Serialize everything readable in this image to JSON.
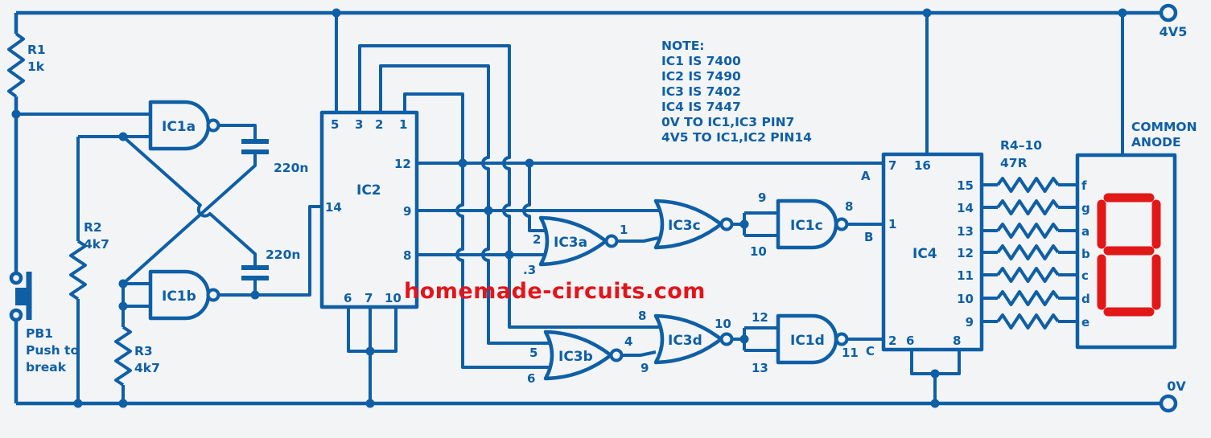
{
  "colors": {
    "ink": "#0e5fa6",
    "paper": "#f2f4f5",
    "segment_red": "#e21818",
    "watermark_red": "#e3151b"
  },
  "power": {
    "positive": "4V5",
    "negative": "0V"
  },
  "watermark": "homemade-circuits.com",
  "note": {
    "heading": "NOTE:",
    "lines": [
      "IC1 IS 7400",
      "IC2 IS 7490",
      "IC3 IS 7402",
      "IC4 IS 7447",
      "0V TO IC1,IC3 PIN7",
      "4V5 TO IC1,IC2 PIN14"
    ]
  },
  "bus": {
    "a": "A",
    "b": "B",
    "c": "C"
  },
  "parts": {
    "r1": {
      "ref": "R1",
      "value": "1k"
    },
    "r2": {
      "ref": "R2",
      "value": "4k7"
    },
    "r3": {
      "ref": "R3",
      "value": "4k7"
    },
    "rnet": {
      "ref": "R4–10",
      "value": "47R"
    },
    "c1": {
      "value": "220n"
    },
    "c2": {
      "value": "220n"
    },
    "pb1": {
      "ref": "PB1",
      "line1": "Push to",
      "line2": "break"
    },
    "ic1a": {
      "label": "IC1a"
    },
    "ic1b": {
      "label": "IC1b"
    },
    "ic1c": {
      "label": "IC1c",
      "in1": "9",
      "in2": "10",
      "out": "8"
    },
    "ic1d": {
      "label": "IC1d",
      "in1": "12",
      "in2": "13",
      "out": "11"
    },
    "ic2": {
      "label": "IC2",
      "pins_top": [
        "5",
        "3",
        "2",
        "1"
      ],
      "pin_left": "14",
      "pins_right": [
        "12",
        "9",
        "8"
      ],
      "pins_bottom": [
        "6",
        "7",
        "10"
      ]
    },
    "ic3a": {
      "label": "IC3a",
      "in1": "2",
      "in2": ".3",
      "out": "1"
    },
    "ic3b": {
      "label": "IC3b",
      "in1": "5",
      "in2": "6",
      "out": "4"
    },
    "ic3c": {
      "label": "IC3c"
    },
    "ic3d": {
      "label": "IC3d",
      "in1": "8",
      "in2": "9",
      "out": "10"
    },
    "ic4": {
      "label": "IC4",
      "pins_top": [
        "7",
        "16"
      ],
      "pin_left": "1",
      "pins_bottom": [
        "2",
        "6",
        "8"
      ],
      "pins_right": [
        "15",
        "14",
        "13",
        "12",
        "11",
        "10",
        "9"
      ]
    },
    "display": {
      "label_line1": "COMMON",
      "label_line2": "ANODE",
      "segments": [
        "f",
        "g",
        "a",
        "b",
        "c",
        "d",
        "e"
      ]
    }
  }
}
